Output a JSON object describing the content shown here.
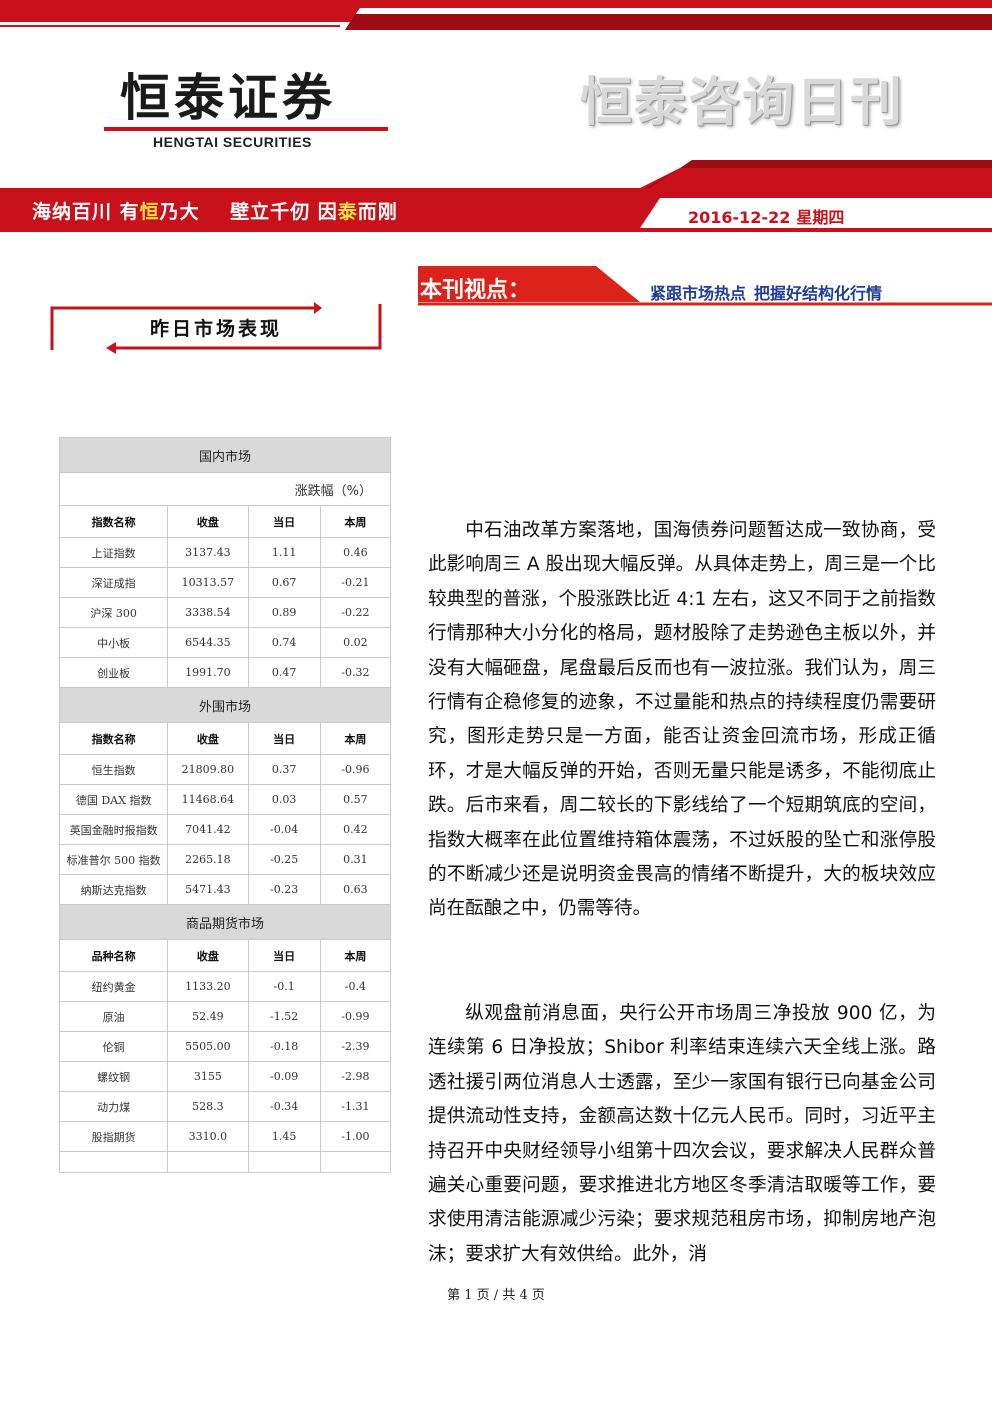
{
  "logo": {
    "name_cn": "恒泰证券",
    "name_en": "HENGTAI SECURITIES"
  },
  "masthead": {
    "title": "恒泰咨询日刊"
  },
  "banner": {
    "slogan_parts": [
      "海纳百川 有",
      "恒",
      "乃大    壁立千仞 因",
      "泰",
      "而刚"
    ],
    "date": "2016-12-22",
    "weekday": "星期四"
  },
  "viewpoint": {
    "label": "本刊视点：",
    "sub1": "紧跟市场热点",
    "sub2": "把握好结构化行情"
  },
  "market_section": {
    "title": "昨日市场表现"
  },
  "table": {
    "unit": "涨跌幅（%）",
    "domestic": {
      "title": "国内市场",
      "headers": [
        "指数名称",
        "收盘",
        "当日",
        "本周"
      ],
      "rows": [
        [
          "上证指数",
          "3137.43",
          "1.11",
          "0.46"
        ],
        [
          "深证成指",
          "10313.57",
          "0.67",
          "-0.21"
        ],
        [
          "沪深 300",
          "3338.54",
          "0.89",
          "-0.22"
        ],
        [
          "中小板",
          "6544.35",
          "0.74",
          "0.02"
        ],
        [
          "创业板",
          "1991.70",
          "0.47",
          "-0.32"
        ]
      ]
    },
    "foreign": {
      "title": "外围市场",
      "headers": [
        "指数名称",
        "收盘",
        "当日",
        "本周"
      ],
      "rows": [
        [
          "恒生指数",
          "21809.80",
          "0.37",
          "-0.96"
        ],
        [
          "德国 DAX 指数",
          "11468.64",
          "0.03",
          "0.57"
        ],
        [
          "英国金融时报指数",
          "7041.42",
          "-0.04",
          "0.42"
        ],
        [
          "标准普尔 500 指数",
          "2265.18",
          "-0.25",
          "0.31"
        ],
        [
          "纳斯达克指数",
          "5471.43",
          "-0.23",
          "0.63"
        ]
      ]
    },
    "commodity": {
      "title": "商品期货市场",
      "headers": [
        "品种名称",
        "收盘",
        "当日",
        "本周"
      ],
      "rows": [
        [
          "纽约黄金",
          "1133.20",
          "-0.1",
          "-0.4"
        ],
        [
          "原油",
          "52.49",
          "-1.52",
          "-0.99"
        ],
        [
          "伦铜",
          "5505.00",
          "-0.18",
          "-2.39"
        ],
        [
          "螺纹钢",
          "3155",
          "-0.09",
          "-2.98"
        ],
        [
          "动力煤",
          "528.3",
          "-0.34",
          "-1.31"
        ],
        [
          "股指期货",
          "3310.0",
          "1.45",
          "-1.00"
        ]
      ]
    }
  },
  "body": {
    "p1": "中石油改革方案落地，国海债券问题暂达成一致协商，受此影响周三 A 股出现大幅反弹。从具体走势上，周三是一个比较典型的普涨，个股涨跌比近 4:1 左右，这又不同于之前指数行情那种大小分化的格局，题材股除了走势逊色主板以外，并没有大幅砸盘，尾盘最后反而也有一波拉涨。我们认为，周三行情有企稳修复的迹象，不过量能和热点的持续程度仍需要研究，图形走势只是一方面，能否让资金回流市场，形成正循环，才是大幅反弹的开始，否则无量只能是诱多，不能彻底止跌。后市来看，周二较长的下影线给了一个短期筑底的空间，指数大概率在此位置维持箱体震荡，不过妖股的坠亡和涨停股的不断减少还是说明资金畏高的情绪不断提升，大的板块效应尚在酝酿之中，仍需等待。",
    "p2": "纵观盘前消息面，央行公开市场周三净投放 900 亿，为连续第 6 日净投放；Shibor 利率结束连续六天全线上涨。路透社援引两位消息人士透露，至少一家国有银行已向基金公司提供流动性支持，金额高达数十亿元人民币。同时，习近平主持召开中央财经领导小组第十四次会议，要求解决人民群众普遍关心重要问题，要求推进北方地区冬季清洁取暖等工作，要求使用清洁能源减少污染；要求规范租房市场，抑制房地产泡沫；要求扩大有效供给。此外，消"
  },
  "footer": {
    "page": "第 1 页 / 共 4 页"
  },
  "colors": {
    "brand_red": "#c8111a",
    "accent_blue": "#1f3d99",
    "table_header_gray": "#d9d9d9"
  }
}
